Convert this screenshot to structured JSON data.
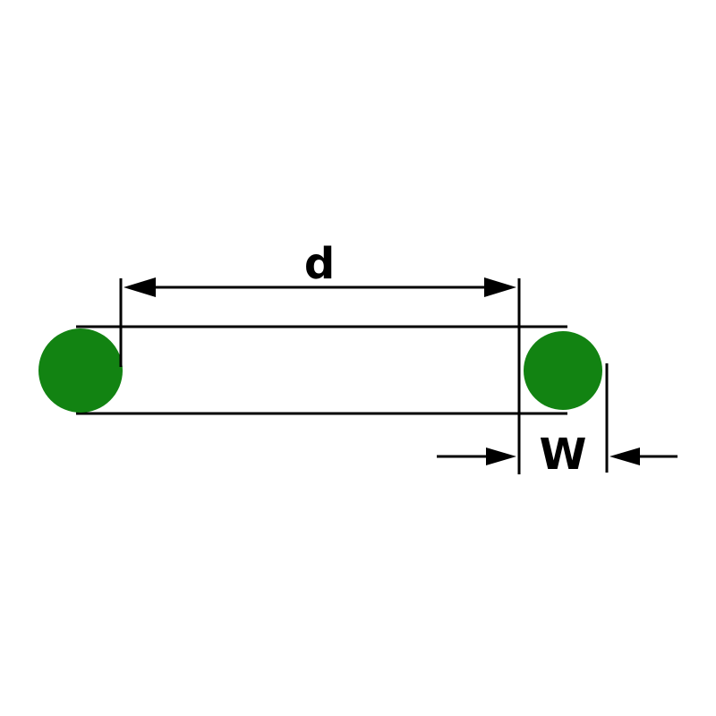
{
  "diagram": {
    "name": "o-ring-dimension-drawing",
    "labels": {
      "diameter": "d",
      "width": "W"
    },
    "colors": {
      "ring_fill": "#128312",
      "line": "#000000",
      "background": "#ffffff"
    }
  }
}
